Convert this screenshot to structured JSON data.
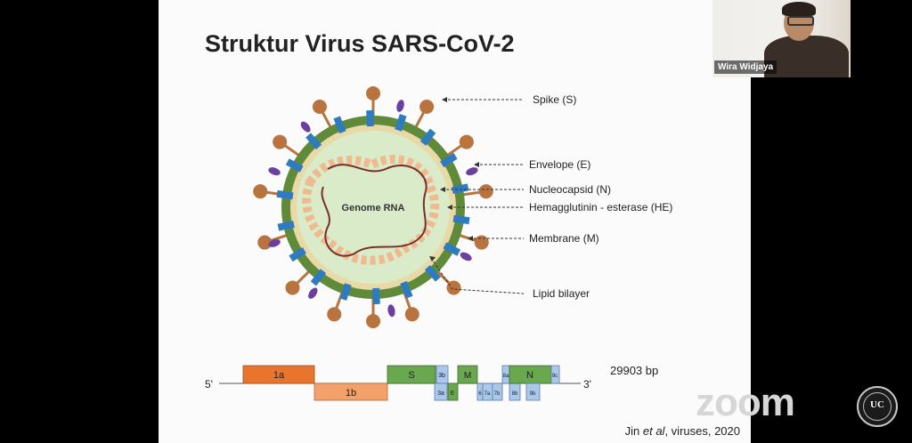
{
  "slide": {
    "title": "Struktur Virus SARS-CoV-2",
    "genome_label": "Genome RNA",
    "labels": {
      "spike": "Spike (S)",
      "envelope": "Envelope (E)",
      "nucleocapsid": "Nucleocapsid (N)",
      "hemagglutinin": "Hemagglutinin - esterase (HE)",
      "membrane": "Membrane (M)",
      "lipid": "Lipid bilayer"
    },
    "genome_map": {
      "five_prime": "5'",
      "three_prime": "3'",
      "size": "29903 bp",
      "genes": {
        "g1a": "1a",
        "g1b": "1b",
        "gS": "S",
        "gM": "M",
        "gN": "N",
        "g3b": "3b",
        "g3a": "3a",
        "gE": "E",
        "g6": "6",
        "g7a": "7a",
        "g7b": "7b",
        "g8a": "8a",
        "g8b": "8b",
        "g9b": "9b",
        "g9c": "9c"
      }
    },
    "citation": {
      "authors": "Jin ",
      "etal": "et al",
      "rest": ", viruses, 2020"
    },
    "colors": {
      "orf1a": "#e8742e",
      "orf1b": "#f3a06a",
      "green": "#6aa84f",
      "light_blue": "#a9c8ea",
      "shell": "#5e8a3a",
      "core": "#d9ebc8",
      "spike": "#b8733e",
      "blue_protein": "#2e7bc2",
      "purple": "#6b3fa0"
    }
  },
  "video": {
    "participant_name": "Wira Widjaya"
  },
  "overlay": {
    "zoom_logo": "zoom",
    "uc_logo": "UC"
  }
}
